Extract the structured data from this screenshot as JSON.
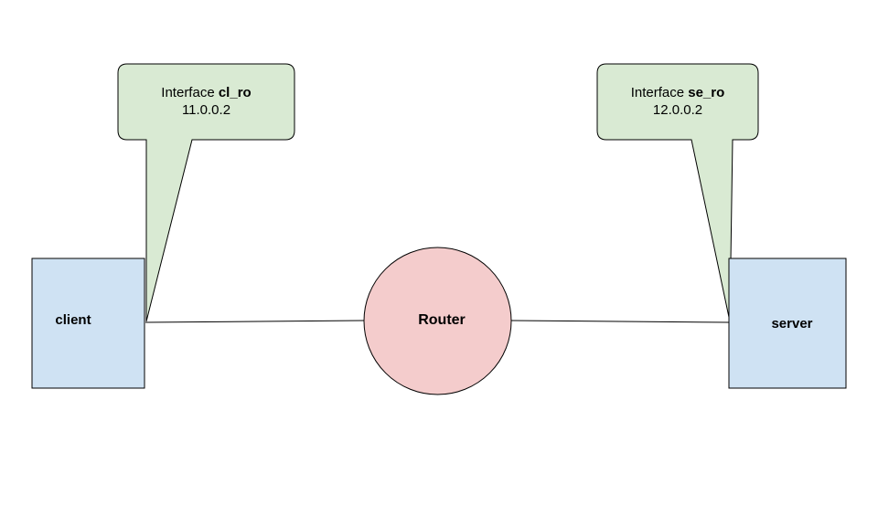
{
  "nodes": {
    "client": {
      "label": "client"
    },
    "router": {
      "label": "Router"
    },
    "server": {
      "label": "server"
    }
  },
  "callouts": {
    "left": {
      "prefix": "Interface ",
      "name": "cl_ro",
      "ip": "11.0.0.2"
    },
    "right": {
      "prefix": "Interface ",
      "name": "se_ro",
      "ip": "12.0.0.2"
    }
  },
  "colors": {
    "host_fill": "#cfe2f3",
    "router_fill": "#f4cccc",
    "callout_fill": "#d9ead3",
    "stroke": "#000000"
  }
}
